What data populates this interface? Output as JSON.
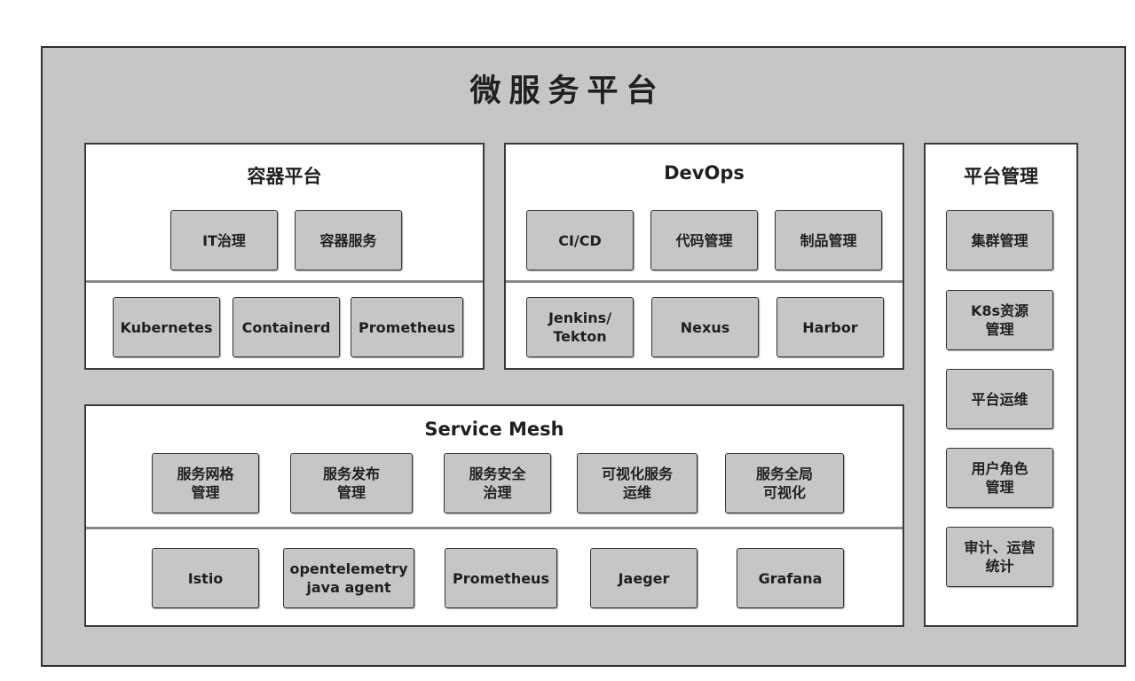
{
  "title": "微服务平台",
  "container_platform": {
    "title": "容器平台",
    "capabilities": [
      "IT治理",
      "容器服务"
    ],
    "components": [
      "Kubernetes",
      "Containerd",
      "Prometheus"
    ]
  },
  "devops": {
    "title": "DevOps",
    "capabilities": [
      "CI/CD",
      "代码管理",
      "制品管理"
    ],
    "components": [
      "Jenkins/\nTekton",
      "Nexus",
      "Harbor"
    ]
  },
  "service_mesh": {
    "title": "Service Mesh",
    "capabilities": [
      "服务网格\n管理",
      "服务发布\n管理",
      "服务安全\n治理",
      "可视化服务\n运维",
      "服务全局\n可视化"
    ],
    "components": [
      "Istio",
      "opentelemetry\njava agent",
      "Prometheus",
      "Jaeger",
      "Grafana"
    ]
  },
  "platform_management": {
    "title": "平台管理",
    "items": [
      "集群管理",
      "K8s资源\n管理",
      "平台运维",
      "用户角色\n管理",
      "审计、运营\n统计"
    ]
  },
  "colors": {
    "outer_background": "#c6c6c6",
    "panel_background": "#ffffff",
    "box_background": "#c6c6c6",
    "border": "#333333",
    "divider": "#888888"
  }
}
